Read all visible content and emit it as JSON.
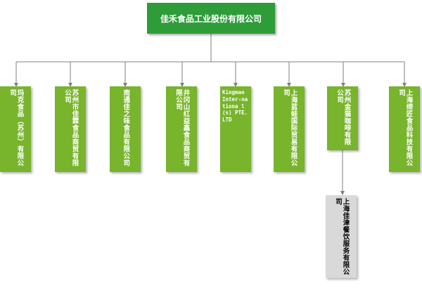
{
  "root": {
    "label": "佳禾食品工业股份有限公司"
  },
  "companies": [
    {
      "label": "玛克食品（苏州）有限公司"
    },
    {
      "label": "苏州市佳霖食品商贸有限公司"
    },
    {
      "label": "南通佳之味食品有限公司"
    },
    {
      "label": "井冈山红益鑫食品商贸有限公司"
    },
    {
      "label": "Kingmao Inter-nationa l(s) PTE.LTD"
    },
    {
      "label": "上海蓝蛙国际贸易有限公司"
    },
    {
      "label": "苏州金猫咖啡有限公司"
    },
    {
      "label": "上海缔匠食品科技有限公司"
    }
  ],
  "subsidiary": {
    "label": "上海佳津餐饮服务有限公司"
  },
  "colors": {
    "root": "#2f9c3a",
    "company": "#78b42c",
    "subsidiary": "#d9d9d9",
    "connector": "#7f7f7f"
  }
}
